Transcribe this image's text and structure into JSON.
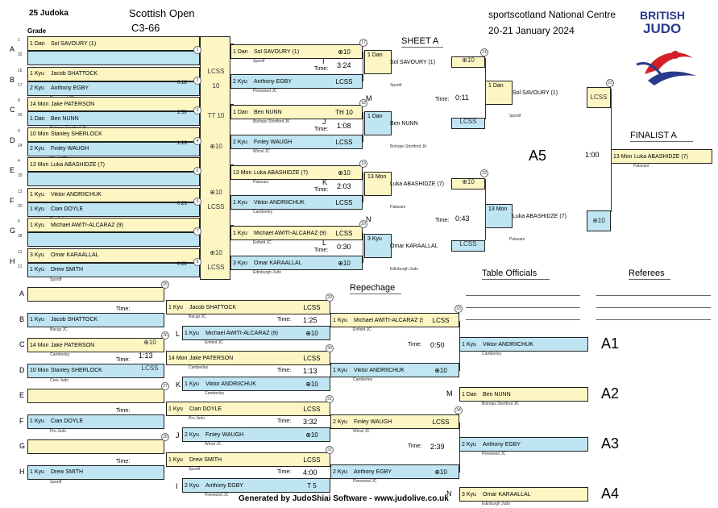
{
  "header": {
    "count": "25 Judoka",
    "event": "Scottish Open",
    "category": "C3-66",
    "venue": "sportscotland National Centre",
    "dates": "20-21 January 2024",
    "grade_col": "Grade",
    "logo_line1": "BRITISH",
    "logo_line2": "JUDO",
    "sheet": "SHEET A",
    "finalist": "FINALIST A",
    "repechage": "Repechage",
    "officials": "Table Officials",
    "referees": "Referees",
    "footer": "Generated by JudoShiai Software - www.judolive.co.uk",
    "time_label": "Time:"
  },
  "pool_letters": [
    "A",
    "B",
    "C",
    "D",
    "E",
    "F",
    "G",
    "H"
  ],
  "r1": [
    {
      "n": "1",
      "g": "1 Dan",
      "name": "Sol SAVOURY (1)",
      "club": "Sportif",
      "c": "y",
      "r": ""
    },
    {
      "n": "32",
      "g": "",
      "name": "",
      "club": "",
      "c": "b",
      "r": ""
    },
    {
      "n": "16",
      "g": "1 Kyu",
      "name": "Jacob SHATTOCK",
      "club": "Bacup JC",
      "c": "y",
      "r": "LCSS"
    },
    {
      "n": "17",
      "g": "2 Kyu",
      "name": "Anthony EGBY",
      "club": "Pinewood JC",
      "c": "b",
      "r": "10"
    },
    {
      "n": "8",
      "g": "14 Mon",
      "name": "Jake PATERSON",
      "club": "Camberley",
      "c": "y",
      "r": ""
    },
    {
      "n": "25",
      "g": "1 Dan",
      "name": "Ben NUNN",
      "club": "Bishops Stortford JK",
      "c": "b",
      "r": "TT 10"
    },
    {
      "n": "9",
      "g": "10 Mon",
      "name": "Stanley SHERLOCK",
      "club": "Core Judo",
      "c": "y",
      "r": ""
    },
    {
      "n": "24",
      "g": "2 Kyu",
      "name": "Finley WAUGH",
      "club": "Wirral JC",
      "c": "b",
      "r": "⊕10"
    },
    {
      "n": "4",
      "g": "13 Mon",
      "name": "Luka ABASHIDZE (7)",
      "club": "Palavani",
      "c": "y",
      "r": ""
    },
    {
      "n": "29",
      "g": "",
      "name": "",
      "club": "",
      "c": "b",
      "r": ""
    },
    {
      "n": "13",
      "g": "1 Kyu",
      "name": "Viktor ANDRIICHUK",
      "club": "Camberley",
      "c": "y",
      "r": "⊕10"
    },
    {
      "n": "20",
      "g": "1 Kyu",
      "name": "Cian DOYLE",
      "club": "Pro Judo",
      "c": "b",
      "r": "LCSS"
    },
    {
      "n": "5",
      "g": "1 Kyu",
      "name": "Michael AWITI-ALCARAZ (9)",
      "club": "Enfield JC",
      "c": "y",
      "r": ""
    },
    {
      "n": "28",
      "g": "",
      "name": "",
      "club": "",
      "c": "b",
      "r": ""
    },
    {
      "n": "12",
      "g": "3 Kyu",
      "name": "Omar KARAALLAL",
      "club": "Edinburgh Judo",
      "c": "y",
      "r": "⊕10"
    },
    {
      "n": "21",
      "g": "1 Kyu",
      "name": "Drew SMITH",
      "club": "Sportif",
      "c": "b",
      "r": "LCSS"
    }
  ],
  "r1_times": [
    "",
    "0:18",
    "2:59",
    "1:23",
    "",
    "0:23",
    "",
    "0:29"
  ],
  "r1_nums": [
    "1",
    "2",
    "3",
    "4",
    "5",
    "6",
    "7",
    "8"
  ],
  "r2": [
    {
      "g": "1 Dan",
      "name": "Sol SAVOURY (1)",
      "club": "Sportif",
      "r": "⊕10"
    },
    {
      "g": "2 Kyu",
      "name": "Anthony EGBY",
      "club": "Pinewood JC",
      "r": "LCSS"
    },
    {
      "g": "1 Dan",
      "name": "Ben NUNN",
      "club": "Bishops Stortford JK",
      "r": "TH 10"
    },
    {
      "g": "2 Kyu",
      "name": "Finley WAUGH",
      "club": "Wirral JC",
      "r": "LCSS"
    },
    {
      "g": "13 Mon",
      "name": "Luka ABASHIDZE (7)",
      "club": "Palavani",
      "r": "⊕10"
    },
    {
      "g": "1 Kyu",
      "name": "Viktor ANDRIICHUK",
      "club": "Camberley",
      "r": "LCSS"
    },
    {
      "g": "1 Kyu",
      "name": "Michael AWITI-ALCARAZ (9)",
      "club": "Enfield JC",
      "r": "LCSS"
    },
    {
      "g": "3 Kyu",
      "name": "Omar KARAALLAL",
      "club": "Edinburgh Judo",
      "r": "⊕10"
    }
  ],
  "r2_marks": [
    "I",
    "J",
    "K",
    "L"
  ],
  "r2_times": [
    "3:24",
    "1:08",
    "2:03",
    "0:30"
  ],
  "r2_nums": [
    "17",
    "18",
    "19",
    "20"
  ],
  "r3": [
    {
      "g": "1 Dan",
      "name": "Sol SAVOURY (1)",
      "club": "Sportif",
      "r": "⊕10"
    },
    {
      "g": "1 Dan",
      "name": "Ben NUNN",
      "club": "Bishops Stortford JK",
      "r": "LCSS"
    },
    {
      "g": "13 Mon",
      "name": "Luka ABASHIDZE (7)",
      "club": "Palavani",
      "r": "⊕10"
    },
    {
      "g": "3 Kyu",
      "name": "Omar KARAALLAL",
      "club": "Edinburgh Judo",
      "r": "LCSS"
    }
  ],
  "r3_marks": [
    "M",
    "N"
  ],
  "r3_times": [
    "0:11",
    "0:43"
  ],
  "r3_nums": [
    "21",
    "22"
  ],
  "r4": [
    {
      "g": "1 Dan",
      "name": "Sol SAVOURY (1)",
      "club": "Sportif",
      "r": "LCSS"
    },
    {
      "g": "13 Mon",
      "name": "Luka ABASHIDZE (7)",
      "club": "Palavani",
      "r": "⊕10"
    }
  ],
  "r4_num": "23",
  "pool_label": "A5",
  "final_time": "1:00",
  "finalist": {
    "g": "13 Mon",
    "name": "Luka ABASHIDZE (7)",
    "club": "Palavani"
  },
  "rep_letters": [
    "A",
    "B",
    "C",
    "D",
    "E",
    "F",
    "G",
    "H"
  ],
  "rep1": [
    {
      "g": "",
      "name": "",
      "club": "",
      "r": ""
    },
    {
      "g": "1 Kyu",
      "name": "Jacob SHATTOCK",
      "club": "Bacup JC",
      "r": ""
    },
    {
      "g": "14 Mon",
      "name": "Jake PATERSON",
      "club": "Camberley",
      "r": "⊕10"
    },
    {
      "g": "10 Mon",
      "name": "Stanley SHERLOCK",
      "club": "Core Judo",
      "r": "LCSS"
    },
    {
      "g": "",
      "name": "",
      "club": "",
      "r": ""
    },
    {
      "g": "1 Kyu",
      "name": "Cian DOYLE",
      "club": "Pro Judo",
      "r": ""
    },
    {
      "g": "",
      "name": "",
      "club": "",
      "r": ""
    },
    {
      "g": "1 Kyu",
      "name": "Drew SMITH",
      "club": "Sportif",
      "r": ""
    }
  ],
  "rep1_times": [
    "",
    "1:13",
    "",
    ""
  ],
  "rep1_nums": [
    "25",
    "26",
    "27",
    "28"
  ],
  "rep2": [
    {
      "g": "1 Kyu",
      "name": "Jacob SHATTOCK",
      "club": "Bacup JC",
      "r": "LCSS"
    },
    {
      "g": "1 Kyu",
      "name": "Michael AWITI-ALCARAZ (9)",
      "club": "Enfield JC",
      "r": "⊕10"
    },
    {
      "g": "14 Mon",
      "name": "Jake PATERSON",
      "club": "Camberley",
      "r": "LCSS"
    },
    {
      "g": "1 Kyu",
      "name": "Viktor ANDRIICHUK",
      "club": "Camberley",
      "r": "⊕10"
    },
    {
      "g": "1 Kyu",
      "name": "Cian DOYLE",
      "club": "Pro Judo",
      "r": "LCSS"
    },
    {
      "g": "2 Kyu",
      "name": "Finley WAUGH",
      "club": "Wirral JC",
      "r": "⊕10"
    },
    {
      "g": "1 Kyu",
      "name": "Drew SMITH",
      "club": "Sportif",
      "r": "LCSS"
    },
    {
      "g": "2 Kyu",
      "name": "Anthony EGBY",
      "club": "Pinewood JC",
      "r": "T 5"
    }
  ],
  "rep2_marks": [
    "L",
    "K",
    "J",
    "I"
  ],
  "rep2_times": [
    "1:25",
    "1:13",
    "3:32",
    "4:00"
  ],
  "rep2_nums": [
    "29",
    "30",
    "31",
    "32"
  ],
  "rep3": [
    {
      "g": "1 Kyu",
      "name": "Michael AWITI-ALCARAZ (9)",
      "club": "Enfield JC",
      "r": "LCSS"
    },
    {
      "g": "1 Kyu",
      "name": "Viktor ANDRIICHUK",
      "club": "Camberley",
      "r": "⊕10"
    },
    {
      "g": "2 Kyu",
      "name": "Finley WAUGH",
      "club": "Wirral JC",
      "r": "LCSS"
    },
    {
      "g": "2 Kyu",
      "name": "Anthony EGBY",
      "club": "Pinewood JC",
      "r": "⊕10"
    }
  ],
  "rep3_times": [
    "0:50",
    "2:39"
  ],
  "rep3_nums": [
    "33",
    "34"
  ],
  "places": [
    {
      "mark": "",
      "g": "1 Kyu",
      "name": "Viktor ANDRIICHUK",
      "club": "Camberley",
      "label": "A1"
    },
    {
      "mark": "M",
      "g": "1 Dan",
      "name": "Ben NUNN",
      "club": "Bishops Stortford JK",
      "label": "A2"
    },
    {
      "mark": "",
      "g": "2 Kyu",
      "name": "Anthony EGBY",
      "club": "Pinewood JC",
      "label": "A3"
    },
    {
      "mark": "N",
      "g": "3 Kyu",
      "name": "Omar KARAALLAL",
      "club": "Edinburgh Judo",
      "label": "A4"
    }
  ]
}
